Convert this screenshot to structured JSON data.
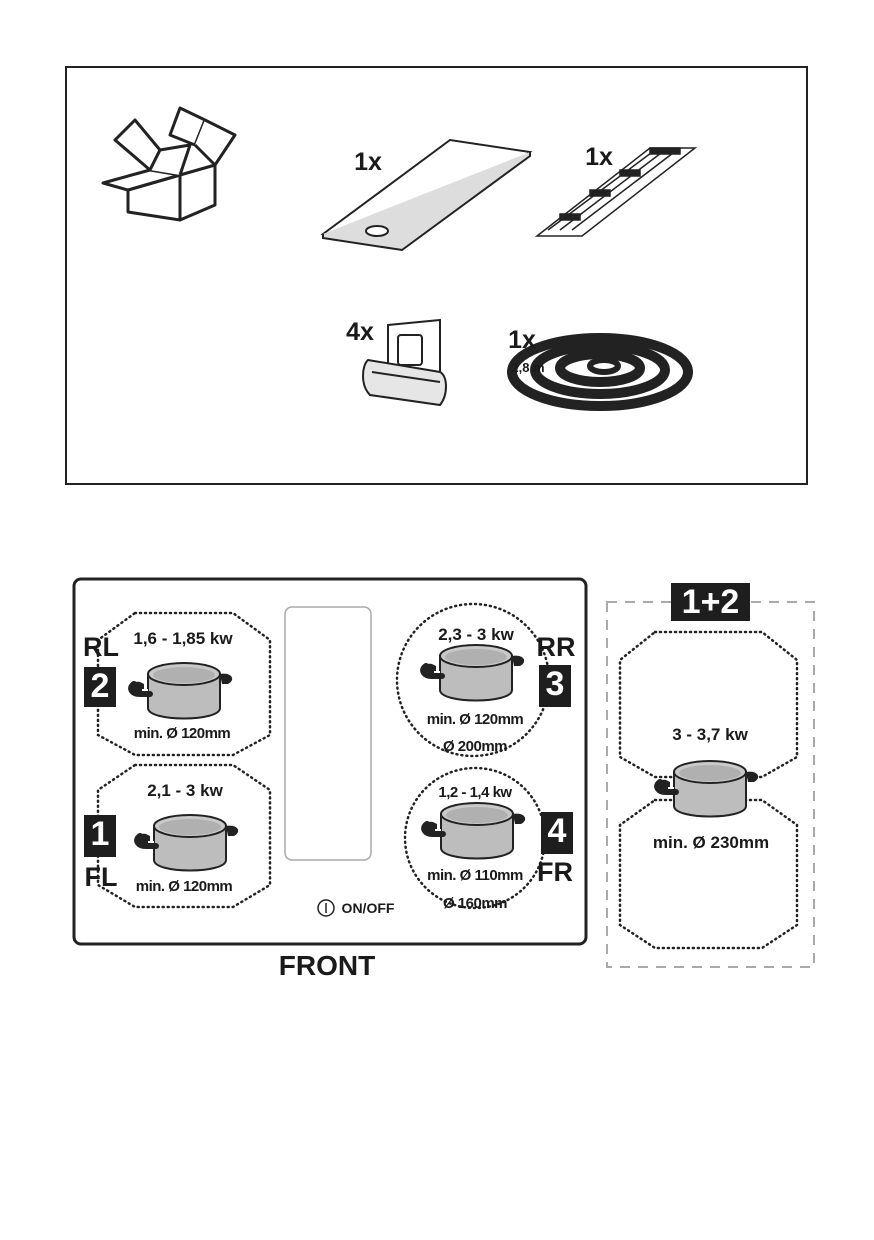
{
  "contents": {
    "glass_plate_qty": "1x",
    "brackets_qty": "1x",
    "clips_qty": "4x",
    "seal_qty": "1x",
    "seal_length": "2,8 m"
  },
  "hob": {
    "zones": [
      {
        "position": "RL",
        "number": "2",
        "power": "1,6 - 1,85 kw",
        "min_diameter": "min. Ø 120mm"
      },
      {
        "position": "FL",
        "number": "1",
        "power": "2,1 - 3 kw",
        "min_diameter": "min. Ø 120mm"
      },
      {
        "position": "RR",
        "number": "3",
        "power": "2,3 - 3 kw",
        "min_diameter": "min. Ø 120mm",
        "diameter": "Ø 200mm"
      },
      {
        "position": "FR",
        "number": "4",
        "power": "1,2 - 1,4 kw",
        "min_diameter": "min. Ø 110mm",
        "diameter": "Ø 160mm"
      }
    ],
    "on_off_label": "ON/OFF",
    "on_off_icon": "power-icon",
    "front_label": "FRONT"
  },
  "bridge": {
    "badge": "1+2",
    "power": "3 - 3,7 kw",
    "min_diameter": "min. Ø 230mm"
  }
}
